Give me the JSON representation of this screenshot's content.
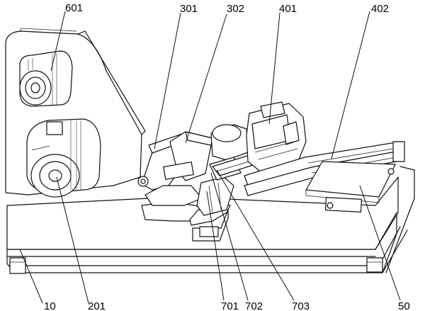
{
  "labels": {
    "l601": "601",
    "l301": "301",
    "l302": "302",
    "l401": "401",
    "l402": "402",
    "l10": "10",
    "l201": "201",
    "l701": "701",
    "l702": "702",
    "l703": "703",
    "l50": "50"
  }
}
